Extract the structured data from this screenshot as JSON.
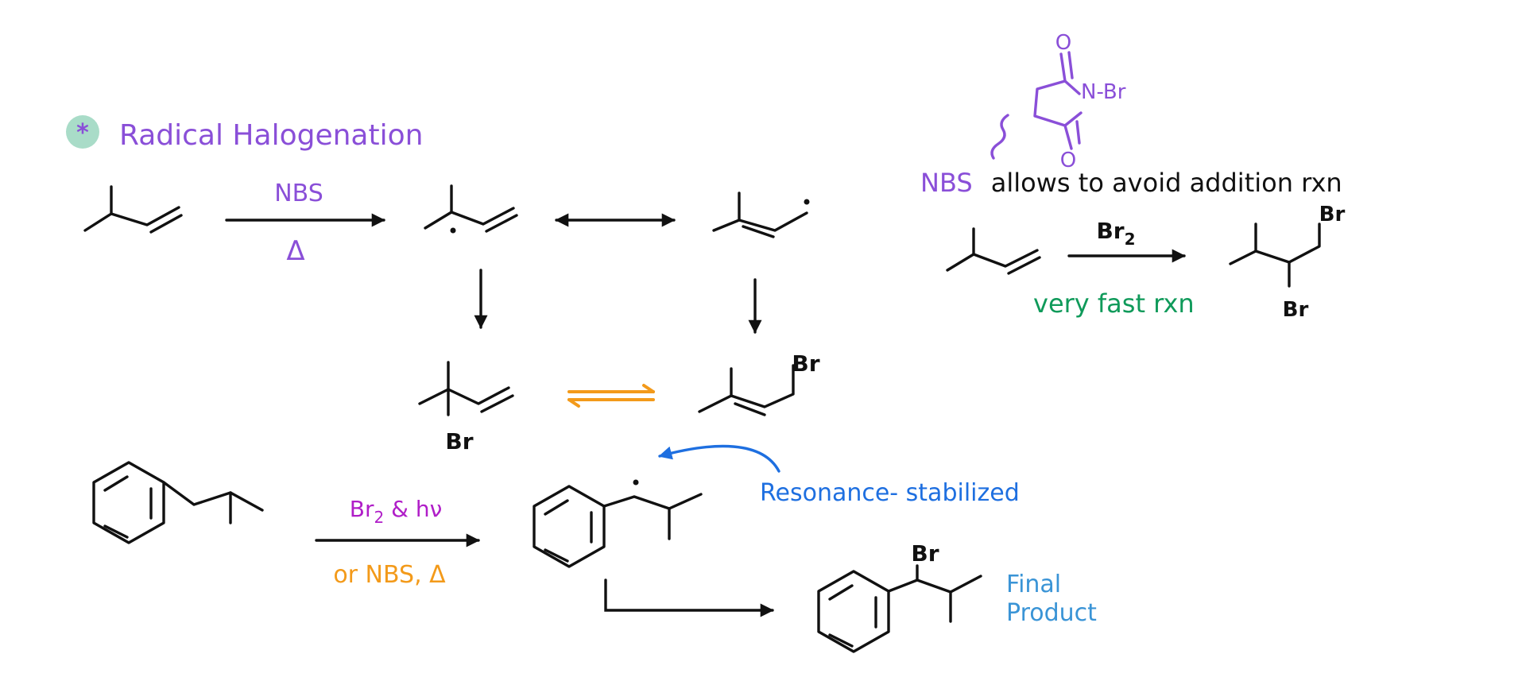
{
  "title": "Radical Halogenation",
  "colors": {
    "purple": "#8a4fd8",
    "green": "#0f9a5a",
    "blue": "#1e6fe0",
    "light_blue": "#3a94d6",
    "orange": "#f39a1a",
    "magenta": "#b01ec8",
    "bullet_bg": "#a9dcc8"
  },
  "reaction1": {
    "reagent": "NBS",
    "condition": "Δ"
  },
  "products": {
    "br_tertiary": "Br",
    "br_primary": "Br"
  },
  "nbs_box": {
    "oxygen_top": "O",
    "oxygen_bottom": "O",
    "nitrogen_br": "N-Br",
    "note_reagent": "NBS",
    "note_text": "allows to avoid addition rxn",
    "reagent": "Br",
    "reagent_subscript": "2",
    "rate": "very fast rxn",
    "br_top": "Br",
    "br_bottom": "Br"
  },
  "reaction2": {
    "reagent_main": "Br",
    "reagent_sub": "2",
    "reagent_rest": " & hν",
    "alternative": "or NBS, Δ",
    "intermediate_label": "Resonance- stabilized",
    "product_br": "Br",
    "final_label_line1": "Final",
    "final_label_line2": "Product"
  }
}
